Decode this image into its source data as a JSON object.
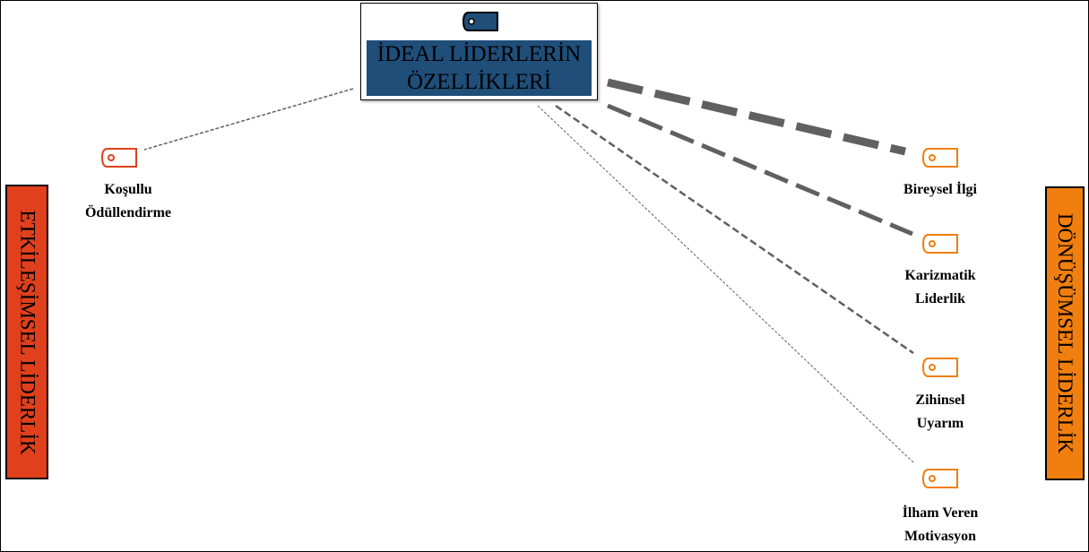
{
  "central": {
    "title_line1": "İDEAL LİDERLERİN",
    "title_line2": "ÖZELLİKLERİ",
    "icon": "tag-icon",
    "fill_color": "#1f4e79"
  },
  "left_group": {
    "label": "ETKİLEŞİMSEL LİDERLİK",
    "color": "#e0401c",
    "nodes": [
      {
        "line1": "Koşullu",
        "line2": "Ödüllendirme",
        "icon": "tag-icon"
      }
    ]
  },
  "right_group": {
    "label": "DÖNÜŞÜMSEL LİDERLİK",
    "color": "#f07f0f",
    "nodes": [
      {
        "line1": "Bireysel İlgi",
        "line2": "",
        "icon": "tag-icon"
      },
      {
        "line1": "Karizmatik",
        "line2": "Liderlik",
        "icon": "tag-icon"
      },
      {
        "line1": "Zihinsel",
        "line2": "Uyarım",
        "icon": "tag-icon"
      },
      {
        "line1": "İlham Veren",
        "line2": "Motivasyon",
        "icon": "tag-icon"
      }
    ]
  },
  "colors": {
    "link": "#606060",
    "left_icon": "#e0401c",
    "right_icon": "#f07f0f",
    "central_icon_fill": "#1f4e79"
  }
}
